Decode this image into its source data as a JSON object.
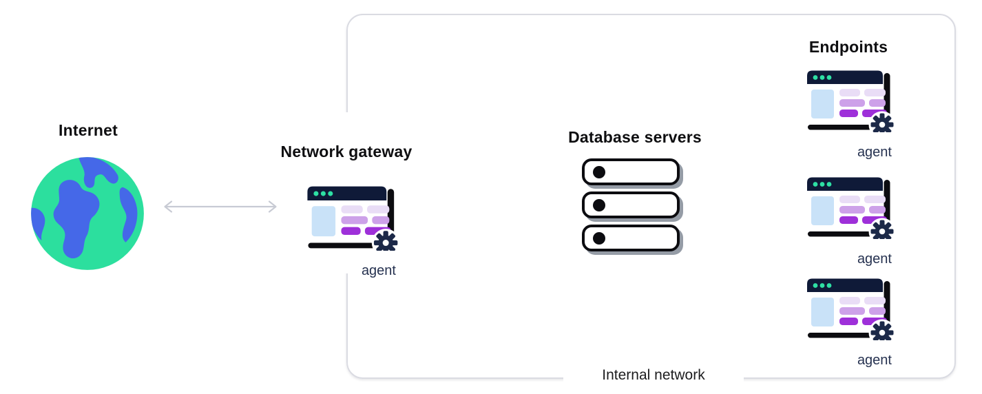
{
  "diagram": {
    "internet": {
      "label": "Internet"
    },
    "network_gateway": {
      "label": "Network gateway",
      "agent_label": "agent"
    },
    "database_servers": {
      "label": "Database servers",
      "server_count": 3
    },
    "endpoints": {
      "label": "Endpoints",
      "agent_labels": [
        "agent",
        "agent",
        "agent"
      ]
    },
    "internal_network": {
      "label": "Internal network"
    },
    "colors": {
      "titlebar_navy": "#0f1a38",
      "dot_teal": "#2ee0a4",
      "gear_navy": "#1c2948",
      "pill_light_purple": "#e9ddf6",
      "pill_mid_purple": "#cda1e9",
      "pill_dark_purple": "#9e30d9",
      "content_light_blue": "#c9e2f8",
      "globe_green": "#2cdf9e",
      "globe_blue": "#4568e8",
      "arrow_gray": "#c8cbd4",
      "box_border_gray": "#dadbe2",
      "agent_text_navy": "#263250"
    }
  }
}
